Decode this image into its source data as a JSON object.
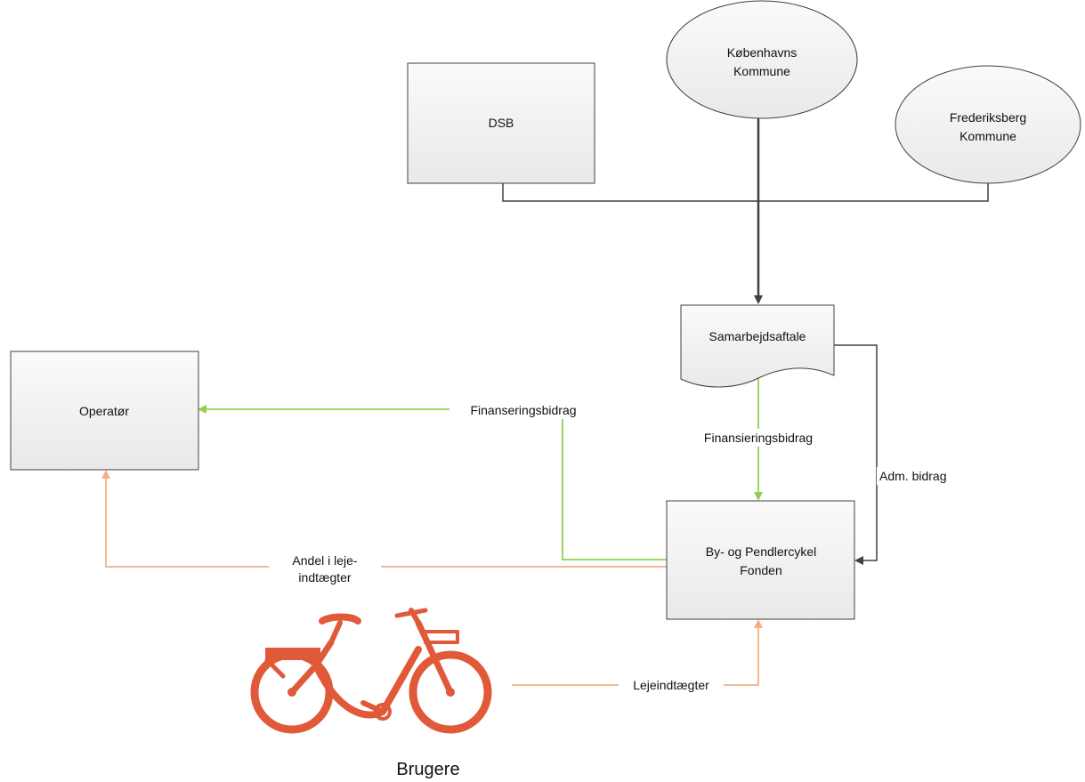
{
  "nodes": {
    "dsb": "DSB",
    "kbh_line1": "Københavns",
    "kbh_line2": "Kommune",
    "frb_line1": "Frederiksberg",
    "frb_line2": "Kommune",
    "samarbejdsaftale": "Samarbejdsaftale",
    "operator": "Operatør",
    "fonden_line1": "By- og Pendlercykel",
    "fonden_line2": "Fonden",
    "brugere": "Brugere"
  },
  "edges": {
    "finanseringsbidrag": "Finanseringsbidrag",
    "finansieringsbidrag": "Finansieringsbidrag",
    "adm_bidrag": "Adm. bidrag",
    "andel_line1": "Andel i leje-",
    "andel_line2": "indtægter",
    "lejeindtaegter": "Lejeindtægter"
  },
  "colors": {
    "green": "#92d050",
    "orange": "#f4b183",
    "dark": "#404040",
    "bike": "#e05a3a",
    "shape_fill": "#f2f2f2"
  },
  "icons": {
    "brugere": "bicycle-icon"
  }
}
